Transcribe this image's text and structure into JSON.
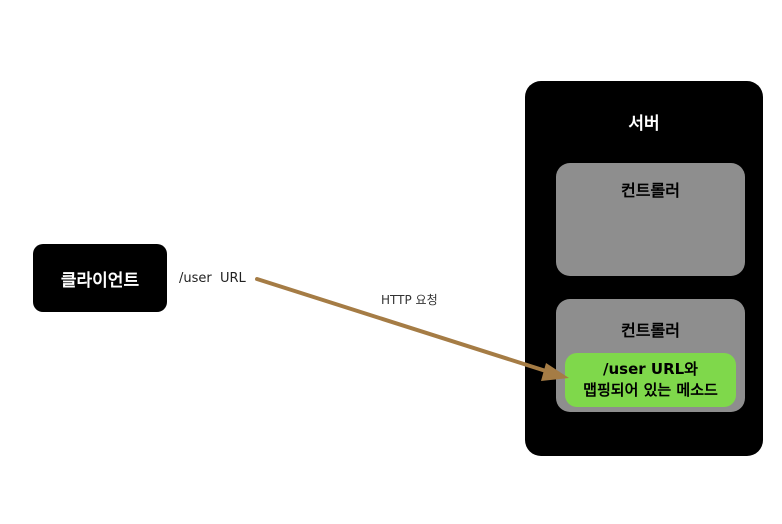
{
  "client": {
    "label": "클라이언트"
  },
  "request": {
    "url_label": "/user  URL",
    "http_label": "HTTP 요청",
    "arrow_color": "#a57c45"
  },
  "server": {
    "title": "서버",
    "controllers": [
      {
        "title": "컨트롤러"
      },
      {
        "title": "컨트롤러",
        "method_line1": "/user URL와",
        "method_line2": "맵핑되어 있는 메소드"
      }
    ]
  },
  "colors": {
    "box_black": "#000000",
    "controller_gray": "#8e8e8e",
    "method_green": "#7fd84b"
  }
}
